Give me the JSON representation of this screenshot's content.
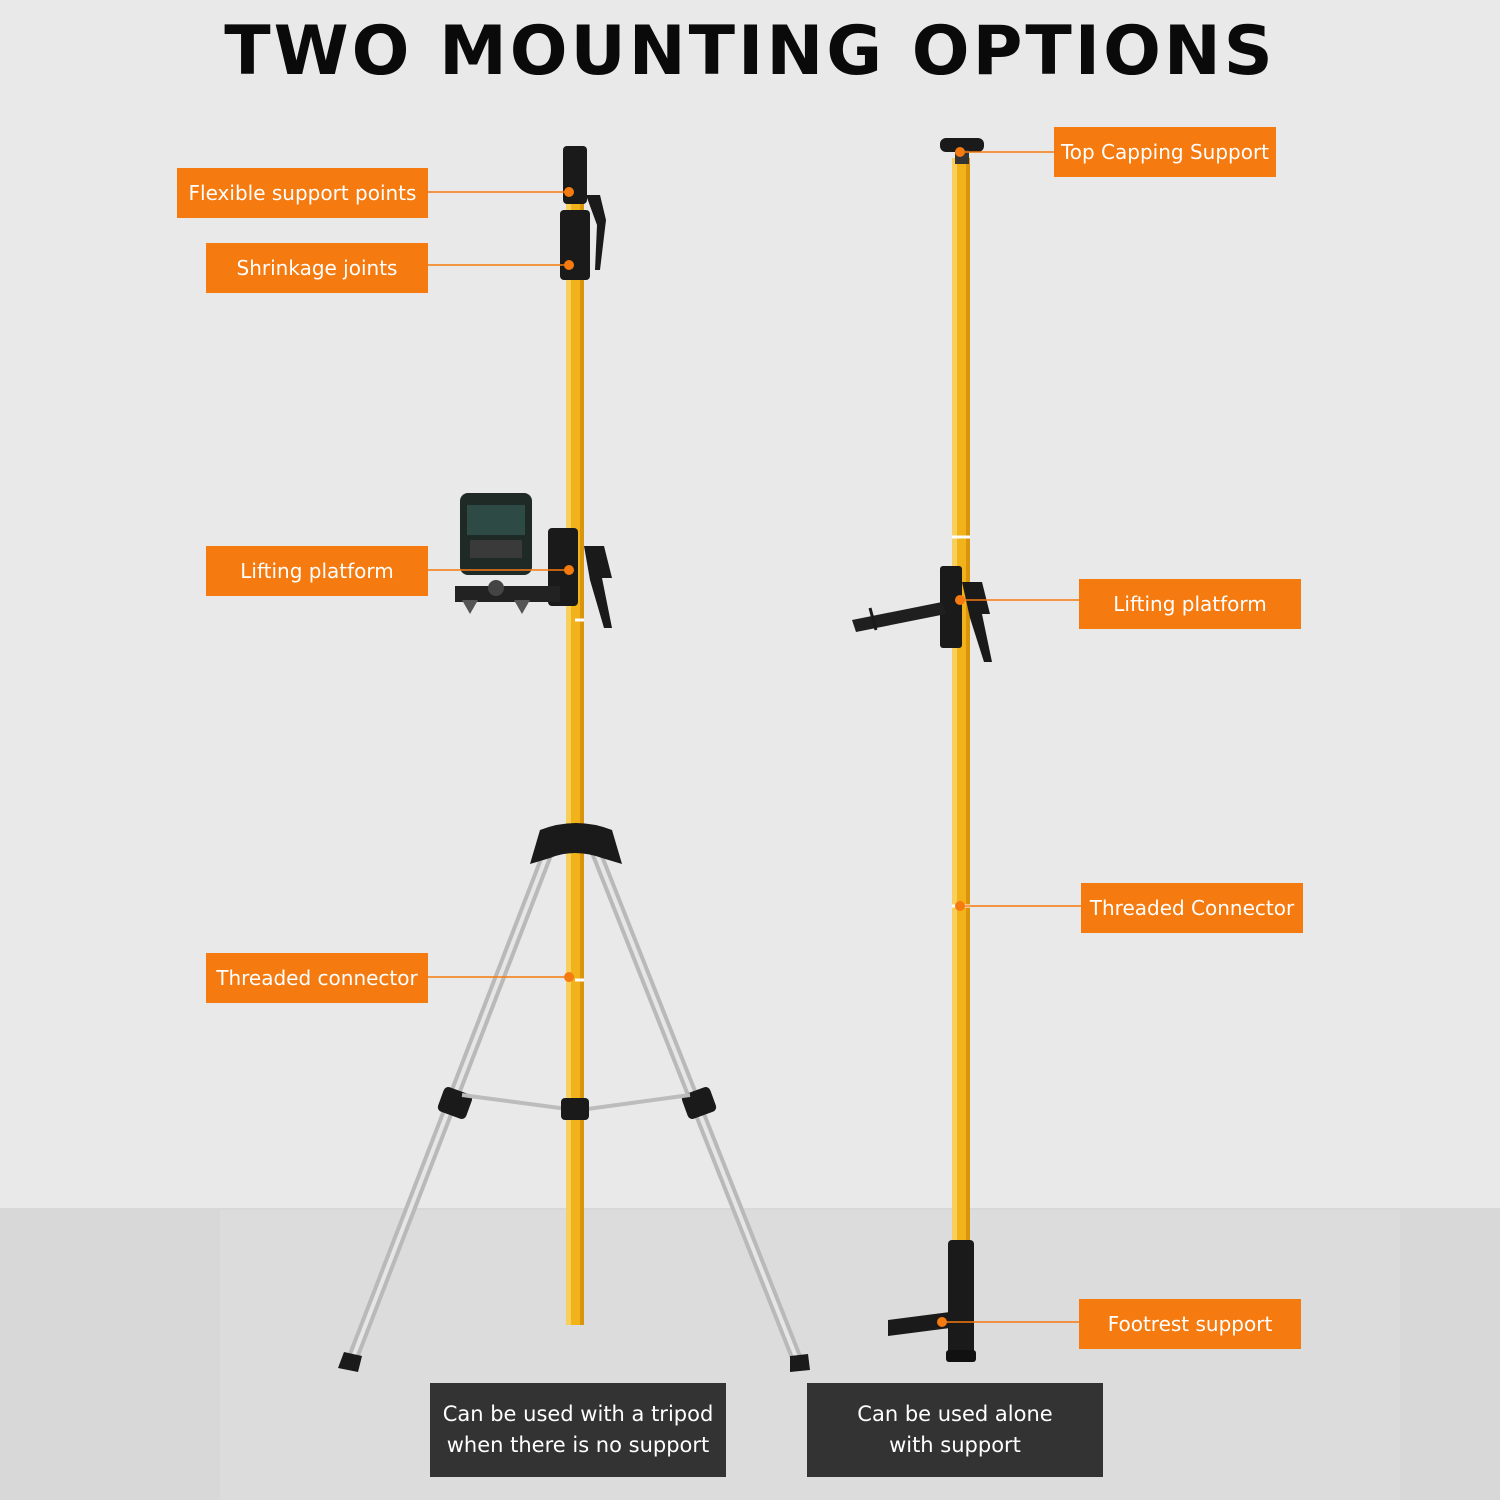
{
  "title": "TWO MOUNTING OPTIONS",
  "colors": {
    "callout_bg": "#f57a10",
    "caption_bg": "#333333",
    "pole": "#f2b21a",
    "tripod_leg": "#c9c9c9"
  },
  "left_callouts": [
    "Flexible support points",
    "Shrinkage joints",
    "Lifting platform",
    "Threaded connector"
  ],
  "right_callouts": [
    "Top Capping Support",
    "Lifting platform",
    "Threaded Connector",
    "Footrest support"
  ],
  "captions": {
    "left": [
      "Can be used with a tripod",
      "when there is no support"
    ],
    "right": [
      "Can be used alone",
      "with support"
    ]
  }
}
